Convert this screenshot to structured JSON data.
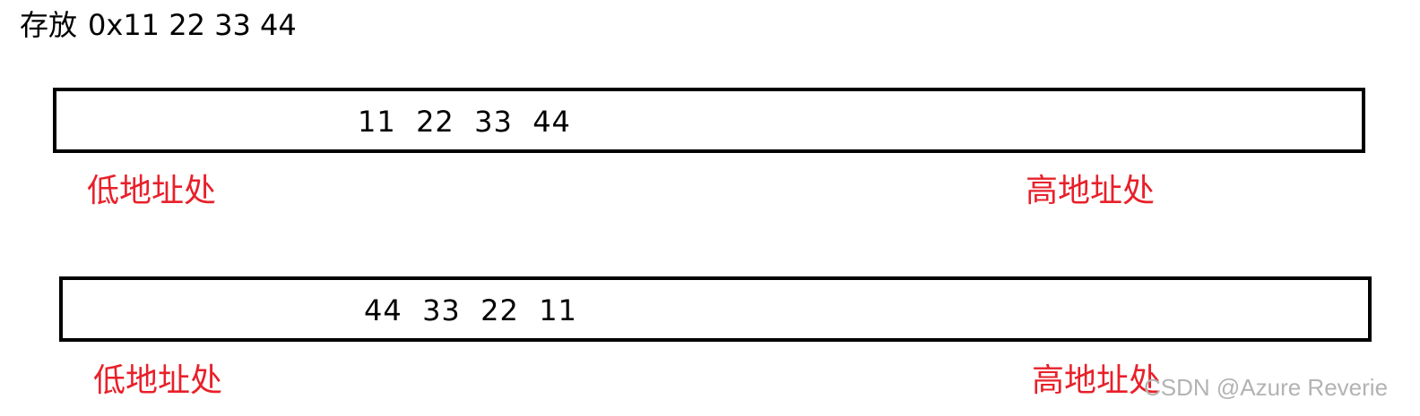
{
  "title": {
    "prefix": "存放",
    "value": "0x11 22 33 44"
  },
  "rows": [
    {
      "bytes": "11  22  33  44",
      "low_label": "低地址处",
      "high_label": "高地址处"
    },
    {
      "bytes": "44  33  22  11",
      "low_label": "低地址处",
      "high_label": "高地址处"
    }
  ],
  "watermark": "CSDN @Azure Reverie",
  "colors": {
    "label": "#e8202a",
    "border": "#000000",
    "watermark": "#b3b3b3"
  }
}
